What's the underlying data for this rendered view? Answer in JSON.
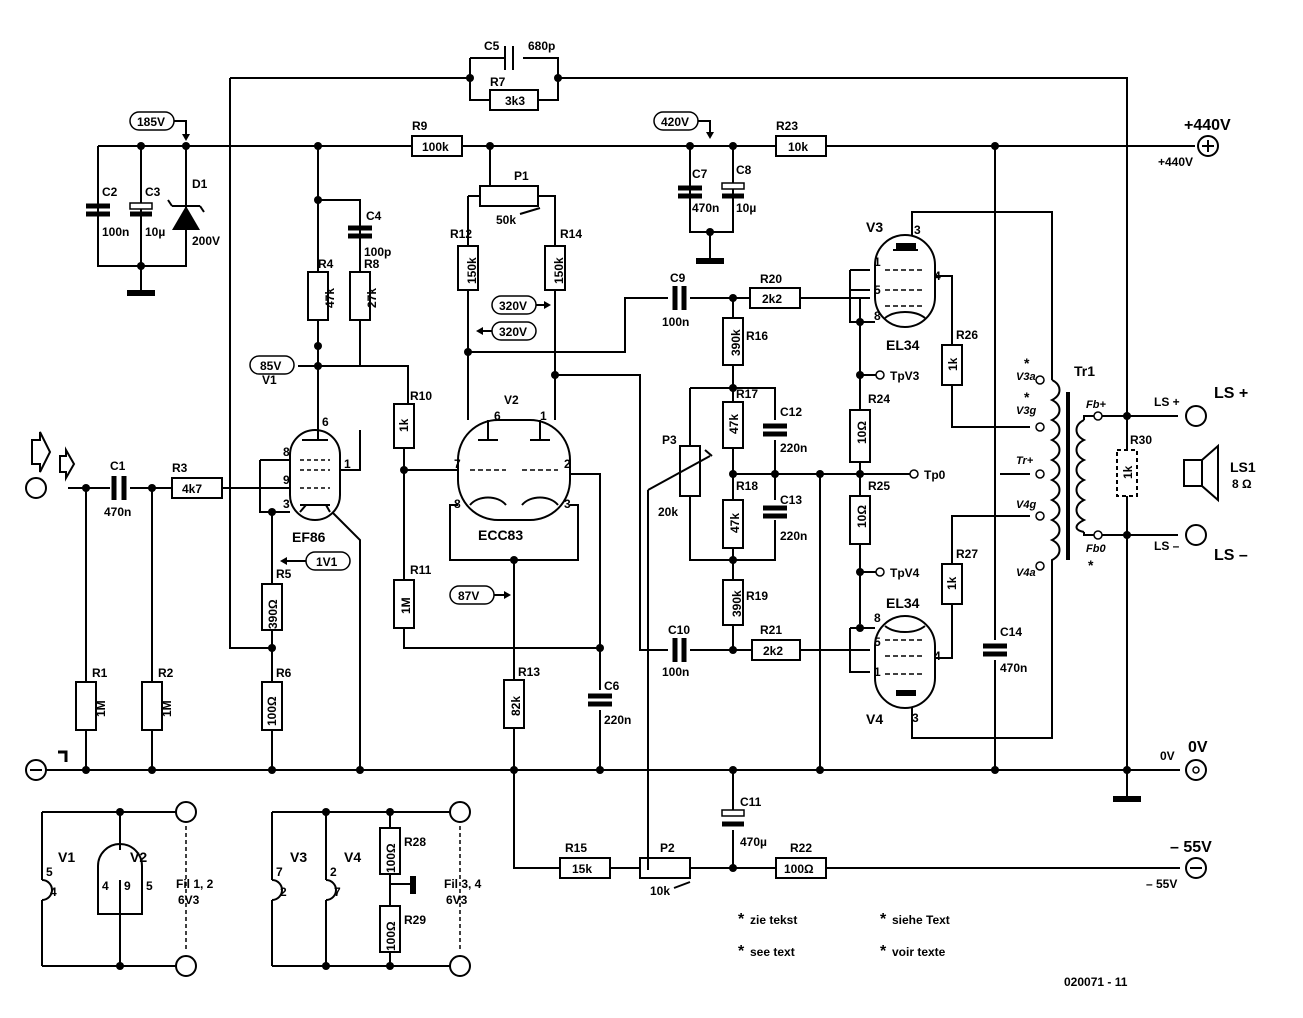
{
  "supply": {
    "plus440": "+440V",
    "plus440_small": "+440V",
    "zero": "0V",
    "zero_small": "0V",
    "minus55": "– 55V",
    "minus55_small": "– 55V"
  },
  "voltages": {
    "v185": "185V",
    "v420": "420V",
    "v85": "85V",
    "v320a": "320V",
    "v320b": "320V",
    "v1v1": "1V1",
    "v87": "87V"
  },
  "tubes": {
    "v1": {
      "ref": "V1",
      "type": "EF86",
      "pins": [
        "6",
        "8",
        "9",
        "3",
        "1"
      ]
    },
    "v2": {
      "ref": "V2",
      "type": "ECC83",
      "pins": [
        "6",
        "1",
        "7",
        "2",
        "8",
        "3"
      ]
    },
    "v3": {
      "ref": "V3",
      "type": "EL34",
      "pins": [
        "3",
        "1",
        "4",
        "5",
        "8"
      ]
    },
    "v4": {
      "ref": "V4",
      "type": "EL34",
      "pins": [
        "8",
        "5",
        "4",
        "1",
        "3"
      ]
    }
  },
  "resistors": [
    {
      "ref": "R1",
      "value": "1M"
    },
    {
      "ref": "R2",
      "value": "1M"
    },
    {
      "ref": "R3",
      "value": "4k7"
    },
    {
      "ref": "R4",
      "value": "47k"
    },
    {
      "ref": "R5",
      "value": "390Ω"
    },
    {
      "ref": "R6",
      "value": "100Ω"
    },
    {
      "ref": "R7",
      "value": "3k3"
    },
    {
      "ref": "R8",
      "value": "27k"
    },
    {
      "ref": "R9",
      "value": "100k"
    },
    {
      "ref": "R10",
      "value": "1k"
    },
    {
      "ref": "R11",
      "value": "1M"
    },
    {
      "ref": "R12",
      "value": "150k"
    },
    {
      "ref": "R13",
      "value": "82k"
    },
    {
      "ref": "R14",
      "value": "150k"
    },
    {
      "ref": "R15",
      "value": "15k"
    },
    {
      "ref": "R16",
      "value": "390k"
    },
    {
      "ref": "R17",
      "value": "47k"
    },
    {
      "ref": "R18",
      "value": "47k"
    },
    {
      "ref": "R19",
      "value": "390k"
    },
    {
      "ref": "R20",
      "value": "2k2"
    },
    {
      "ref": "R21",
      "value": "2k2"
    },
    {
      "ref": "R22",
      "value": "100Ω"
    },
    {
      "ref": "R23",
      "value": "10k"
    },
    {
      "ref": "R24",
      "value": "10Ω"
    },
    {
      "ref": "R25",
      "value": "10Ω"
    },
    {
      "ref": "R26",
      "value": "1k"
    },
    {
      "ref": "R27",
      "value": "1k"
    },
    {
      "ref": "R28",
      "value": "100Ω"
    },
    {
      "ref": "R29",
      "value": "100Ω"
    },
    {
      "ref": "R30",
      "value": "1k"
    }
  ],
  "capacitors": [
    {
      "ref": "C1",
      "value": "470n"
    },
    {
      "ref": "C2",
      "value": "100n"
    },
    {
      "ref": "C3",
      "value": "10µ"
    },
    {
      "ref": "C4",
      "value": "100p"
    },
    {
      "ref": "C5",
      "value": "680p"
    },
    {
      "ref": "C6",
      "value": "220n"
    },
    {
      "ref": "C7",
      "value": "470n"
    },
    {
      "ref": "C8",
      "value": "10µ"
    },
    {
      "ref": "C9",
      "value": "100n"
    },
    {
      "ref": "C10",
      "value": "100n"
    },
    {
      "ref": "C11",
      "value": "470µ"
    },
    {
      "ref": "C12",
      "value": "220n"
    },
    {
      "ref": "C13",
      "value": "220n"
    },
    {
      "ref": "C14",
      "value": "470n"
    }
  ],
  "pots": [
    {
      "ref": "P1",
      "value": "50k"
    },
    {
      "ref": "P2",
      "value": "10k"
    },
    {
      "ref": "P3",
      "value": "20k"
    }
  ],
  "diode": {
    "ref": "D1",
    "value": "200V"
  },
  "testpoints": {
    "tpv3": "TpV3",
    "tp0": "Tp0",
    "tpv4": "TpV4"
  },
  "transformer": {
    "ref": "Tr1",
    "taps": [
      "V3a",
      "V3g",
      "Tr+",
      "V4g",
      "V4a"
    ],
    "fb": [
      "Fb+",
      "Fb0"
    ],
    "star": "*"
  },
  "speaker": {
    "ref": "LS1",
    "imp": "8 Ω",
    "lsplus": "LS +",
    "lsminus": "LS –",
    "lsplus_small": "LS +",
    "lsminus_small": "LS –"
  },
  "filaments": {
    "left": {
      "v1": "V1",
      "v2": "V2",
      "p5a": "5",
      "p4": "4",
      "p4b": "4",
      "p9": "9",
      "p5b": "5",
      "label1": "Fil 1, 2",
      "label2": "6V3"
    },
    "right": {
      "v3": "V3",
      "v4": "V4",
      "p7": "7",
      "p2": "2",
      "p2b": "2",
      "p7b": "7",
      "label1": "Fil 3, 4",
      "label2": "6V3"
    }
  },
  "notes": {
    "nl": "zie tekst",
    "en": "see text",
    "de": "siehe Text",
    "fr": "voir texte"
  },
  "figure_id": "020071 - 11"
}
